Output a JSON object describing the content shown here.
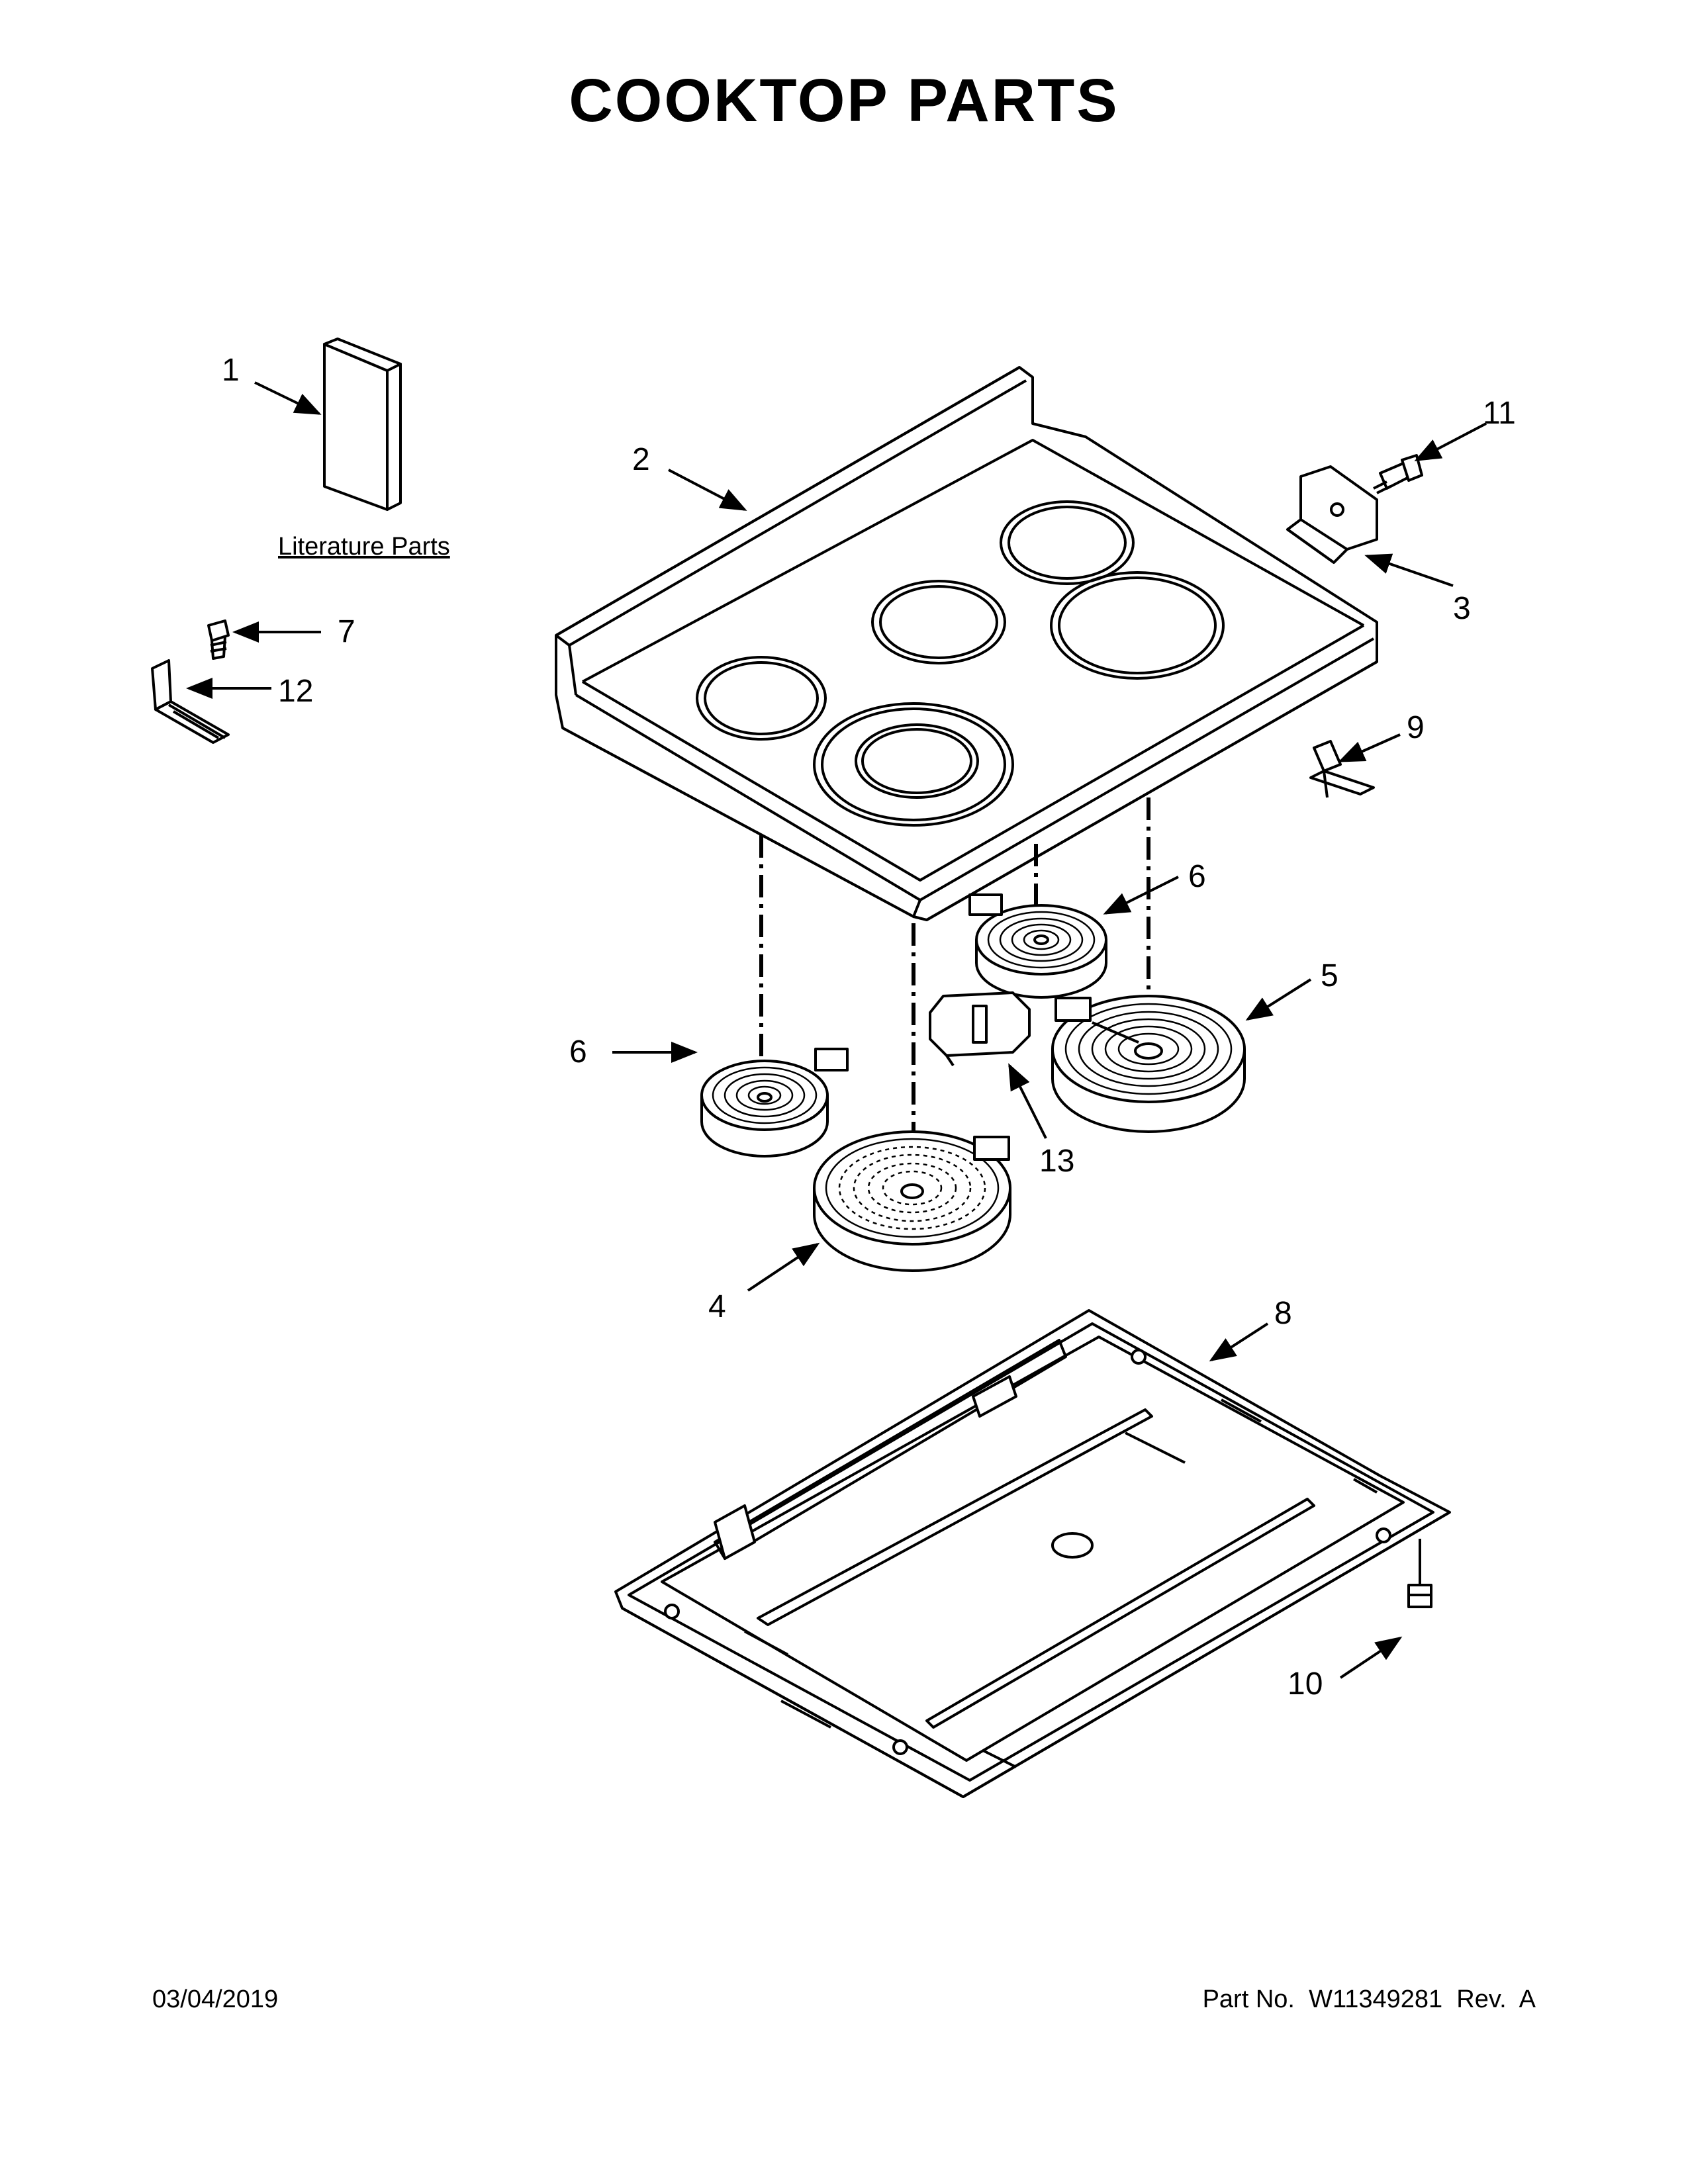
{
  "title": "COOKTOP PARTS",
  "footer": {
    "date": "03/04/2019",
    "part_number": "Part No.  W11349281  Rev.  A"
  },
  "literature_label": "Literature Parts",
  "callouts": {
    "c1": "1",
    "c2": "2",
    "c3": "3",
    "c4": "4",
    "c5": "5",
    "c6a": "6",
    "c6b": "6",
    "c7": "7",
    "c8": "8",
    "c9": "9",
    "c10": "10",
    "c11": "11",
    "c12": "12",
    "c13": "13"
  }
}
